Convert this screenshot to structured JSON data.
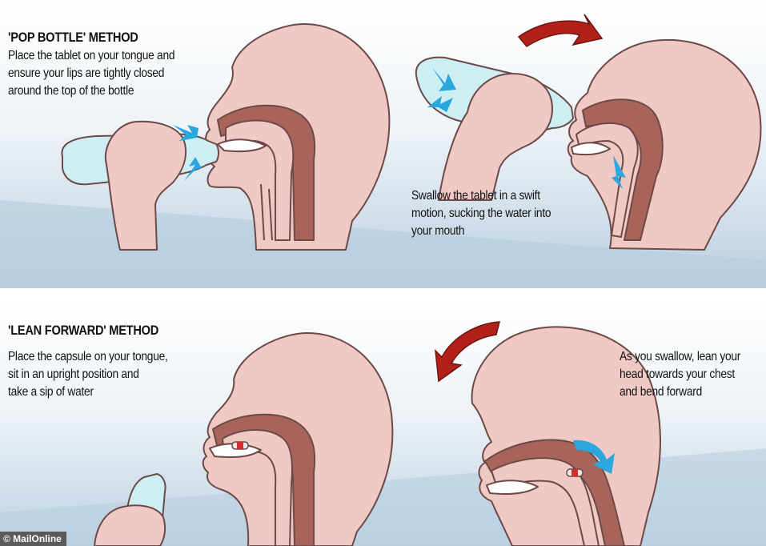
{
  "top_panel": {
    "title": "'POP BOTTLE' METHOD",
    "step1_lines": [
      "Place the tablet on your tongue and",
      "ensure your lips are tightly closed",
      "around the top of the bottle"
    ],
    "step2_lines": [
      "Swallow the tablet in a swift",
      "motion, sucking the water into",
      "your mouth"
    ]
  },
  "bottom_panel": {
    "title": "'LEAN FORWARD' METHOD",
    "step1_lines": [
      "Place the capsule on your tongue,",
      "sit in an upright position and",
      "take a sip of water"
    ],
    "step2_lines": [
      "As you swallow, lean your",
      "head towards your chest",
      "and bend forward"
    ]
  },
  "credit": "© MailOnline",
  "colors": {
    "skin": "#f0c9c4",
    "throat": "#a8645a",
    "water": "#cdeef3",
    "arrow_red": "#b2201a",
    "arrow_blue": "#2aa7dc",
    "background_blue": "#c5d8e6"
  },
  "icons": [
    "curved-arrow-right-icon",
    "curved-arrow-left-icon",
    "blue-flow-arrow-icon"
  ]
}
